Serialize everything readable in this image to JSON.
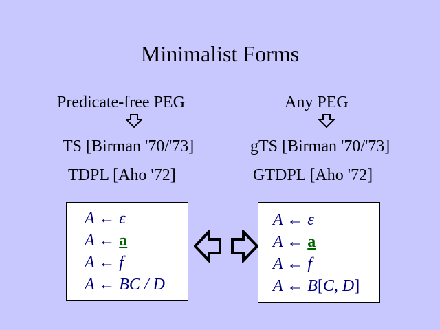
{
  "title": "Minimalist Forms",
  "left": {
    "heading": "Predicate-free PEG",
    "cite1": "TS [Birman '70/'73]",
    "cite2": "TDPL [Aho '72]",
    "rules": [
      {
        "lhs": "A",
        "arrow": "←",
        "rhs": "ε"
      },
      {
        "lhs": "A",
        "arrow": "←",
        "rhs": "a"
      },
      {
        "lhs": "A",
        "arrow": "←",
        "rhs": "f"
      },
      {
        "lhs": "A",
        "arrow": "←",
        "rhs": "BC / D"
      }
    ]
  },
  "right": {
    "heading": "Any PEG",
    "cite1": "gTS [Birman '70/'73]",
    "cite2": "GTDPL [Aho '72]",
    "rules": [
      {
        "lhs": "A",
        "arrow": "←",
        "rhs": "ε"
      },
      {
        "lhs": "A",
        "arrow": "←",
        "rhs": "a"
      },
      {
        "lhs": "A",
        "arrow": "←",
        "rhs": "f"
      },
      {
        "lhs": "A",
        "arrow": "←",
        "rhs_pre": "B",
        "rhs_open": "[",
        "rhs_mid": "C",
        "rhs_comma": ", ",
        "rhs_mid2": "D",
        "rhs_close": "]"
      }
    ]
  },
  "colors": {
    "background": "#c8c8ff",
    "rule_text": "#000080",
    "terminal": "#006400"
  },
  "icons": [
    "arrow-down-icon",
    "arrow-left-icon",
    "arrow-right-icon"
  ]
}
